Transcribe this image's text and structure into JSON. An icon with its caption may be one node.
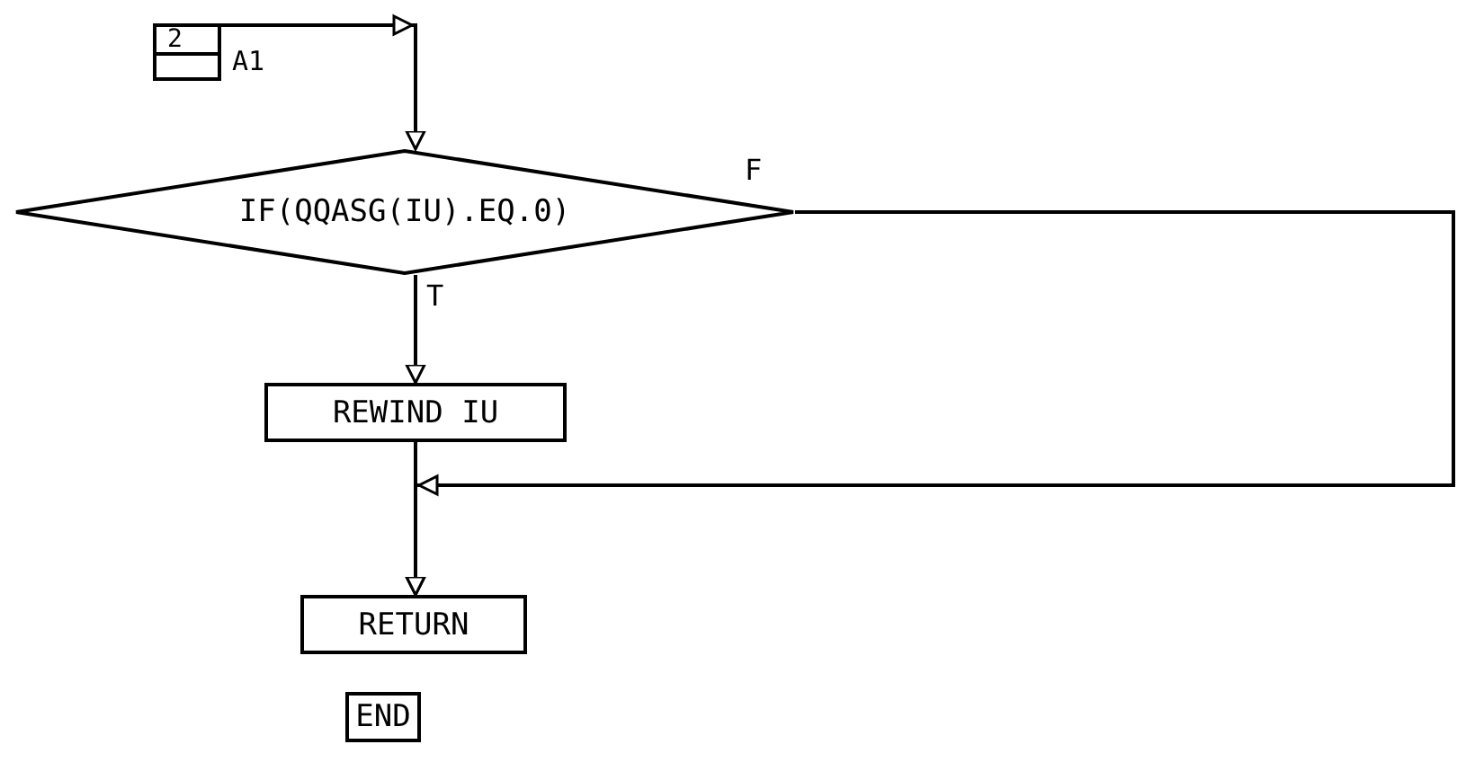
{
  "diagram": {
    "nodes": [
      {
        "text": [
          "2"
        ],
        "beside": [
          "A1"
        ]
      },
      {
        "text": [
          "IF(QQASG(IU).EQ.0)"
        ]
      },
      {
        "text": [
          "REWIND IU"
        ]
      },
      {
        "text": [
          "RETURN"
        ]
      },
      {
        "text": [
          "END"
        ]
      }
    ],
    "edges": [
      {
        "from": 0,
        "to": 1,
        "arrow": "to"
      },
      {
        "from": 1,
        "to": 2,
        "arrow": "to",
        "label": "T"
      },
      {
        "from": 1,
        "to": 3,
        "arrow": "to",
        "label": "F"
      },
      {
        "from": 2,
        "to": 3,
        "arrow": "to"
      }
    ]
  }
}
